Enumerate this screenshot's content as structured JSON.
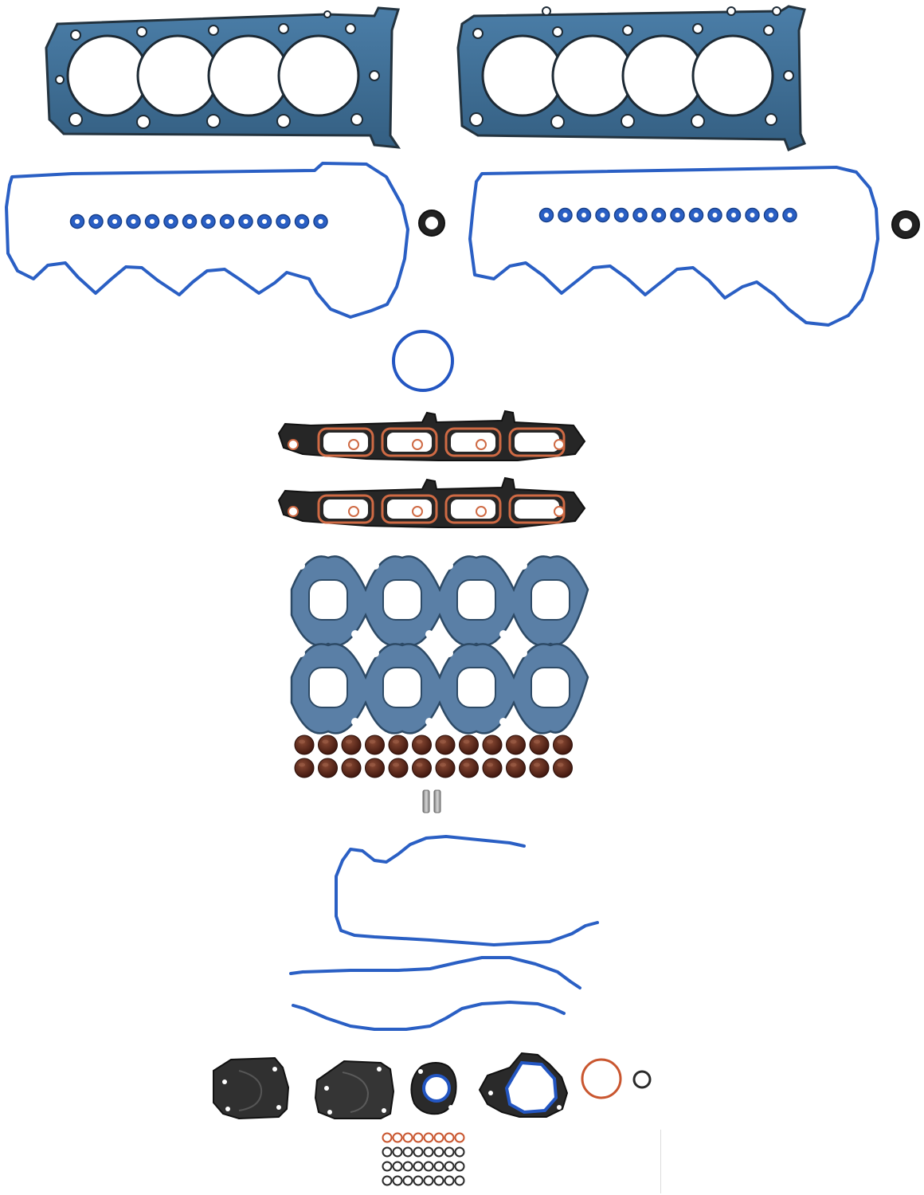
{
  "colors": {
    "background": "#ffffff",
    "mls_steel": "#3f6f95",
    "mls_edge": "#23333f",
    "silicone_blue": "#2a5fc4",
    "oring_blue": "#2356c2",
    "intake_black": "#262626",
    "intake_bead": "#cf6a44",
    "exhaust_fill": "#5a7fa6",
    "seal_brown": "#5a2418",
    "ring_orange": "#c9562f",
    "ring_dark": "#2a2a2a",
    "metal_grey": "#9a9a9a"
  },
  "parts": [
    {
      "name": "head-gasket-left",
      "icon": "head-gasket-icon"
    },
    {
      "name": "head-gasket-right",
      "icon": "head-gasket-icon"
    },
    {
      "name": "valve-cover-gasket-left",
      "icon": "valve-cover-gasket-icon",
      "grommets": 14
    },
    {
      "name": "valve-cover-gasket-right",
      "icon": "valve-cover-gasket-icon",
      "grommets": 14
    },
    {
      "name": "intake-manifold-gaskets",
      "icon": "intake-gasket-icon",
      "count": 2
    },
    {
      "name": "exhaust-manifold-gaskets",
      "icon": "exhaust-gasket-icon",
      "count": 2
    },
    {
      "name": "valve-stem-seals",
      "icon": "valve-seal-icon",
      "count": 24
    },
    {
      "name": "timing-cover-gaskets",
      "icon": "timing-cover-gasket-icon",
      "count": 3
    },
    {
      "name": "small-orings",
      "icon": "o-ring-icon",
      "count": 32
    }
  ]
}
